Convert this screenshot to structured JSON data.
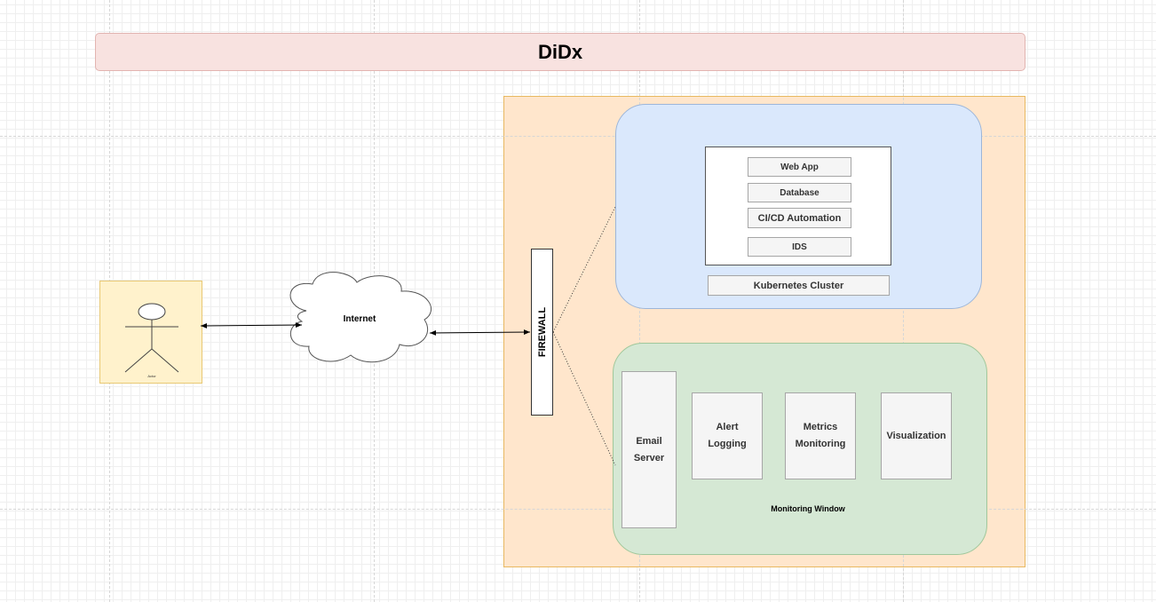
{
  "title": "DiDx",
  "actor": {
    "label": "Actor"
  },
  "internet": {
    "label": "Internet"
  },
  "firewall": {
    "label": "FIREWALL"
  },
  "kubernetes": {
    "services": [
      "Web App",
      "Database",
      "CI/CD Automation",
      "IDS"
    ],
    "cluster_label": "Kubernetes Cluster"
  },
  "monitoring": {
    "email_server": "Email Server",
    "alert_logging": "Alert Logging",
    "metrics_monitoring": "Metrics Monitoring",
    "visualization": "Visualization",
    "window_label": "Monitoring Window"
  },
  "colors": {
    "title_fill": "#f8e2e0",
    "actor_fill": "#fff2cc",
    "outer_fill": "#ffe6cc",
    "kubernetes_fill": "#dae8fc",
    "monitoring_fill": "#d5e8d4",
    "service_fill": "#f5f5f5"
  }
}
